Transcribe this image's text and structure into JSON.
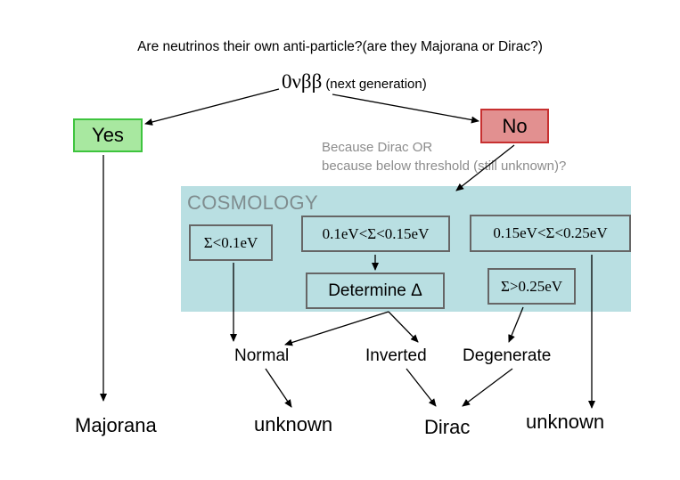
{
  "title": "Are neutrinos their own anti-particle?(are they Majorana or Dirac?)",
  "experiment": {
    "symbol": "0νββ",
    "note": "(next generation)"
  },
  "yes_label": "Yes",
  "no_label": "No",
  "no_reason": {
    "line1": "Because Dirac  OR",
    "line2": "because below threshold (still unknown)?"
  },
  "cosmology": {
    "label": "COSMOLOGY",
    "box_low": "Σ<0.1eV",
    "box_mid": "0.1eV<Σ<0.15eV",
    "box_high": "0.15eV<Σ<0.25eV",
    "box_determine": "Determine Δ",
    "box_degenerate": "Σ>0.25eV"
  },
  "hierarchies": {
    "normal": "Normal",
    "inverted": "Inverted",
    "degenerate": "Degenerate"
  },
  "outcomes": {
    "majorana": "Majorana",
    "unknown_left": "unknown",
    "dirac": "Dirac",
    "unknown_right": "unknown"
  },
  "colors": {
    "yes_fill": "#a8e8a0",
    "yes_border": "#3ec43e",
    "no_fill": "#e29090",
    "no_border": "#c73030",
    "cosmology_fill": "#b9dfe2",
    "note_gray": "#8c8c8c"
  }
}
